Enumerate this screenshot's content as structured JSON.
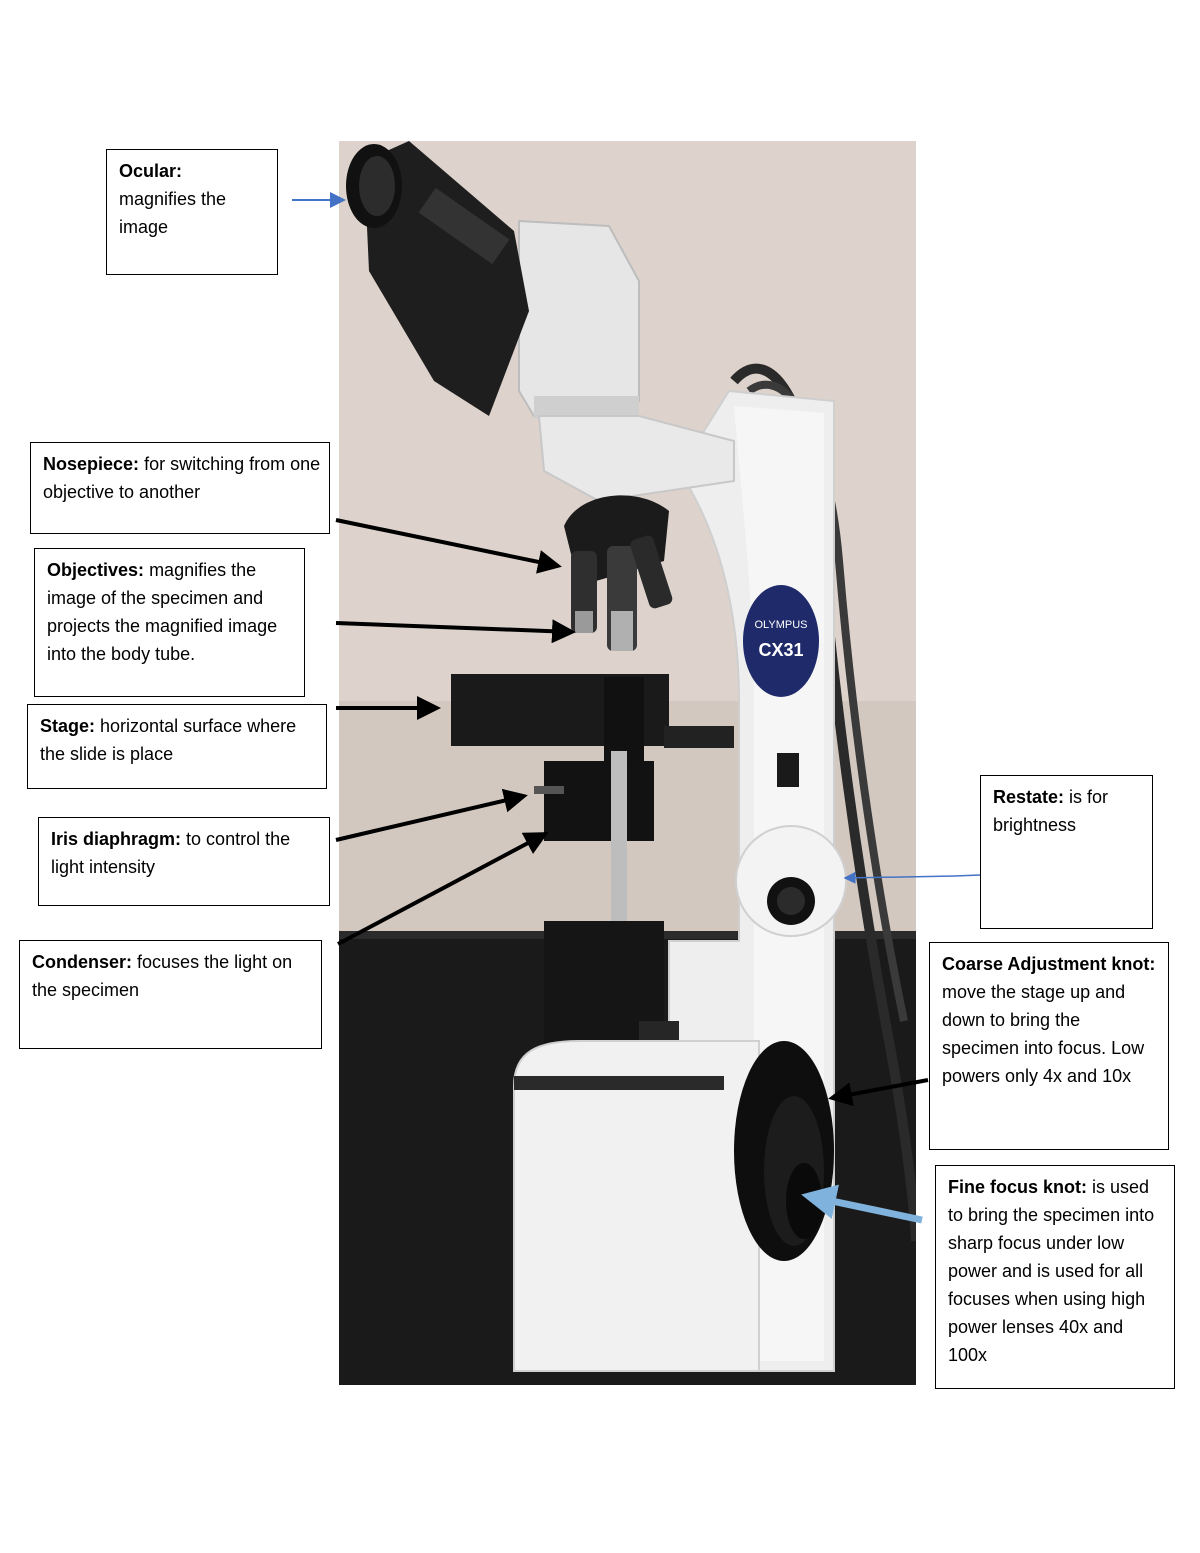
{
  "photo": {
    "brand_label": "OLYMPUS",
    "model_label": "CX31"
  },
  "labels": {
    "ocular": {
      "title": "Ocular:",
      "text": "magnifies the image"
    },
    "nosepiece": {
      "title": "Nosepiece:",
      "text": "for switching from one objective to another"
    },
    "objectives": {
      "title": "Objectives:",
      "text": "magnifies the image of the specimen and projects the magnified image into the body tube."
    },
    "stage": {
      "title": "Stage:",
      "text": "horizontal surface where the slide is place"
    },
    "iris": {
      "title": "Iris diaphragm:",
      "text": "to control the light intensity"
    },
    "condenser": {
      "title": "Condenser:",
      "text": "focuses the light on the specimen"
    },
    "restate": {
      "title": "Restate:",
      "text": "is for brightness"
    },
    "coarse": {
      "title": "Coarse Adjustment knot:",
      "text": "move the stage up and down to bring the specimen into focus. Low powers only 4x and 10x"
    },
    "fine": {
      "title": "Fine focus knot:",
      "text": "is used to bring the specimen into sharp focus under low power and is used for all focuses when using high power lenses 40x and 100x"
    }
  },
  "colors": {
    "blue_arrow": "#4472c4",
    "light_blue_arrow": "#7fb2dc",
    "black_arrow": "#000000",
    "wall": "#ddd3cc"
  }
}
